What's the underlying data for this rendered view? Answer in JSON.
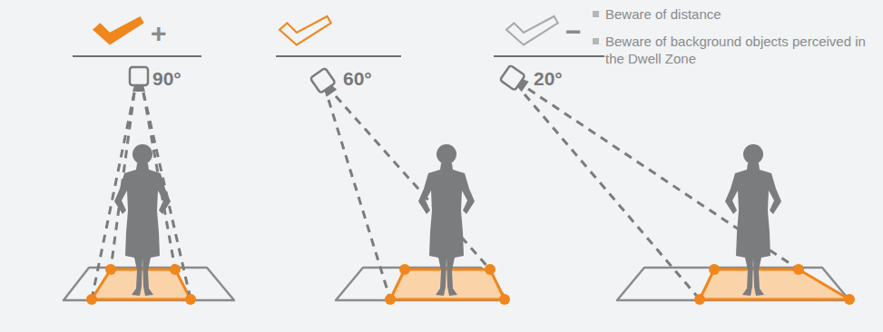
{
  "diagram": {
    "labels": [
      "+",
      "90°",
      "60°",
      "−",
      "20°",
      "Beware of distance",
      "Beware of background objects perceived in the Dwell Zone"
    ]
  }
}
